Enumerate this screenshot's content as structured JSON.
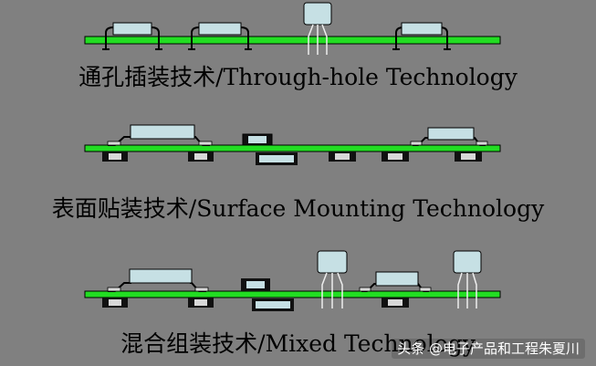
{
  "captions": {
    "through_hole": "通孔插装技术/Through-hole  Technology",
    "surface_mount": "表面贴装技术/Surface Mounting Technology",
    "mixed": "混合组装技术/Mixed Technology"
  },
  "watermark": "头条 @电子产品和工程朱夏川",
  "colors": {
    "background": "#808080",
    "board": "#22dd22",
    "component": "#c6e0e4",
    "component_edge": "#1a1a1a",
    "pad": "#d8d8d8",
    "lead": "#e8e8e8"
  }
}
